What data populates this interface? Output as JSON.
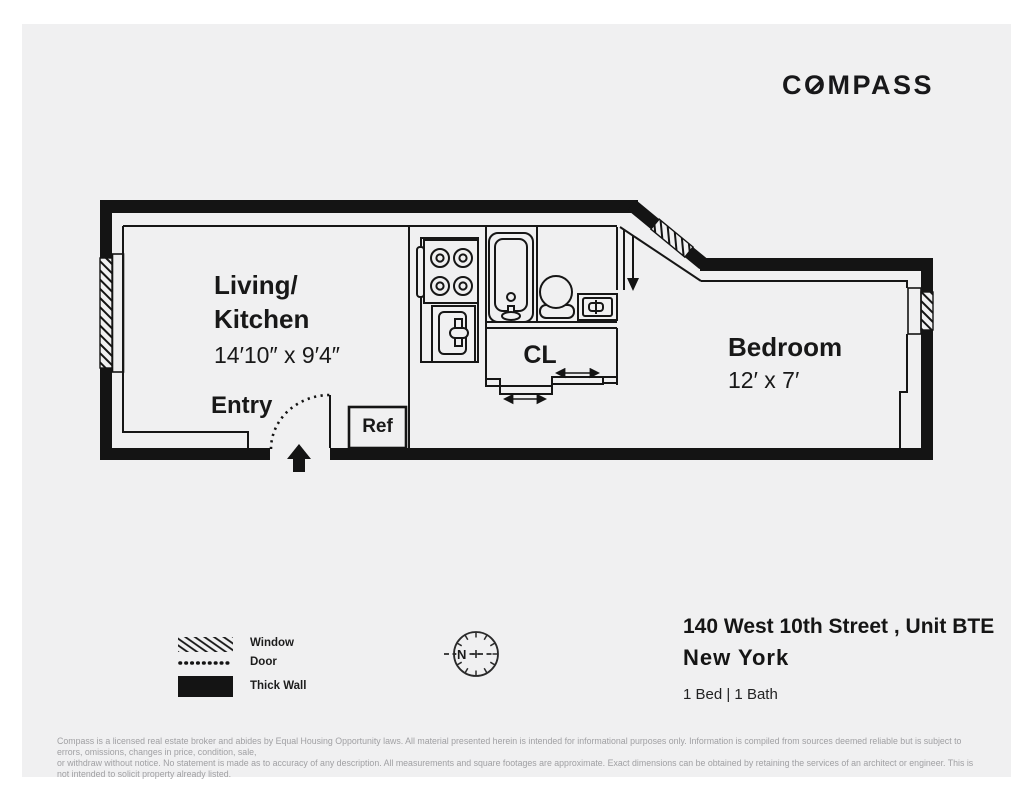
{
  "colors": {
    "page_bg": "#f0f0f1",
    "wall": "#141414",
    "text": "#181818",
    "muted": "#a0a0a3"
  },
  "brand": {
    "pre": "C",
    "o": "O",
    "post": "MPASS"
  },
  "plan": {
    "living": {
      "line1": "Living/",
      "line2": "Kitchen",
      "dims": "14′10″ x 9′4″"
    },
    "entry": {
      "label": "Entry"
    },
    "bedroom": {
      "name": "Bedroom",
      "dims": "12′ x 7′"
    },
    "closet": {
      "label": "CL"
    },
    "fridge": {
      "label": "Ref"
    }
  },
  "compass_rose": {
    "north": "N"
  },
  "legend": {
    "items": [
      {
        "symbol": "window-hatch",
        "label": "Window"
      },
      {
        "symbol": "door-dotted",
        "label": "Door"
      },
      {
        "symbol": "thick-wall-solid",
        "label": "Thick Wall"
      }
    ]
  },
  "listing": {
    "address": "140 West 10th Street , Unit BTE",
    "city": "New York",
    "meta": "1 Bed | 1 Bath"
  },
  "disclaimer": {
    "line1": "Compass is a licensed real estate broker and abides by Equal Housing Opportunity laws. All material presented herein is intended for informational purposes only. Information is compiled from sources deemed reliable but is subject to errors, omissions, changes in price, condition, sale,",
    "line2": "or withdraw without notice. No statement is made as to accuracy of any description. All measurements and square footages are approximate. Exact dimensions can be obtained by retaining the services of an architect or engineer. This is not intended to solicit property already listed."
  }
}
